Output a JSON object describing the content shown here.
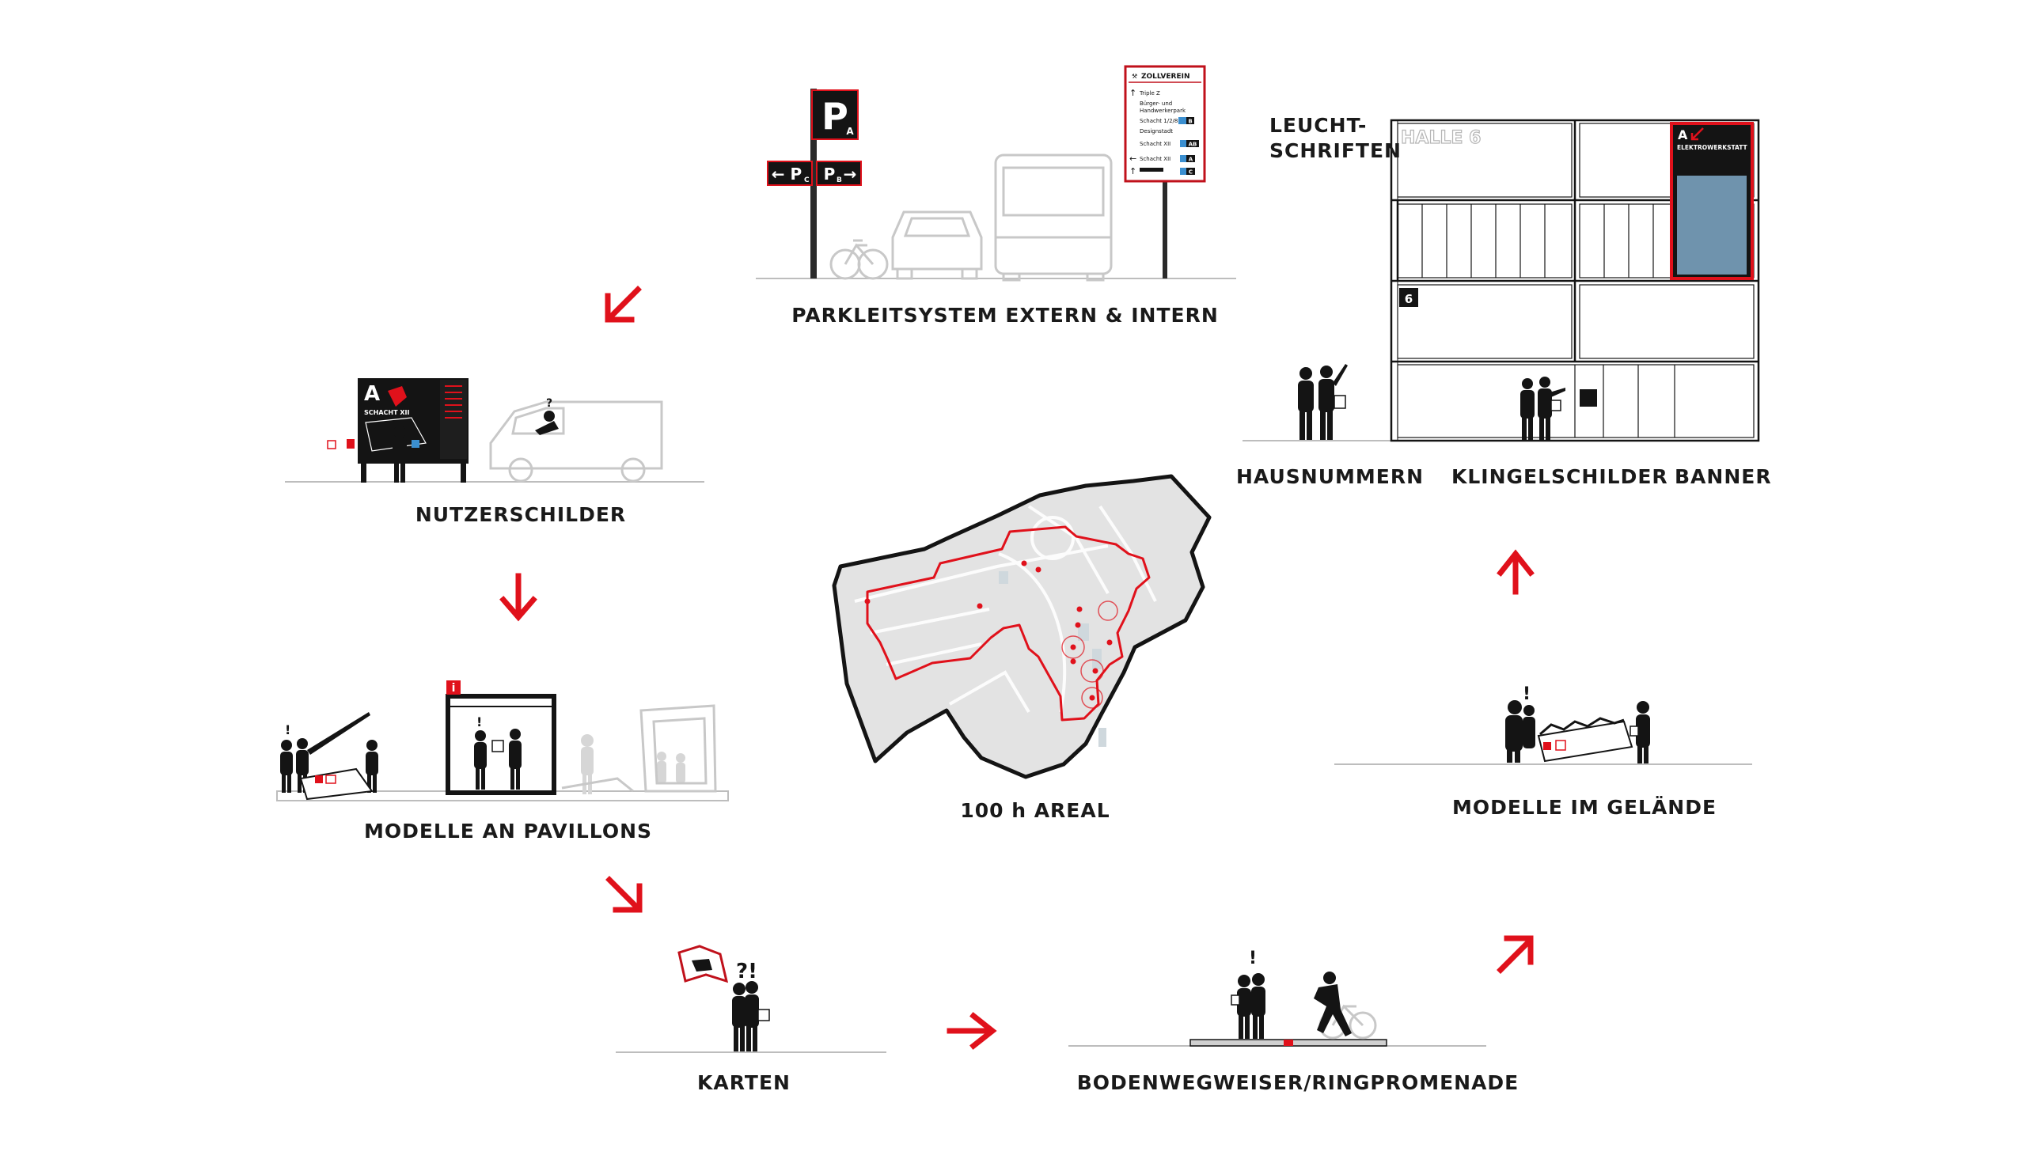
{
  "colors": {
    "accent": "#e0111b",
    "ink": "#141414",
    "ghost": "#c8c8c8",
    "map_fill": "#e3e3e3",
    "sign_blue": "#6f93ad"
  },
  "labels": {
    "parkleitsystem": "PARKLEITSYSTEM EXTERN & INTERN",
    "nutzerschilder": "NUTZERSCHILDER",
    "modelle_pavillons": "MODELLE AN PAVILLONS",
    "karten": "KARTEN",
    "bodenwegweiser": "BODENWEGWEISER/RINGPROMENADE",
    "areal": "100 h AREAL",
    "modelle_gelaende": "MODELLE IM GELÄNDE",
    "hausnummern": "HAUSNUMMERN",
    "klingelschilder": "KLINGELSCHILDER",
    "banner": "BANNER",
    "leucht_1": "LEUCHT-",
    "leucht_2": "SCHRIFTEN"
  },
  "parking": {
    "main": "P",
    "main_sub": "A",
    "left": "← P",
    "left_sub": "C",
    "right": "P",
    "right_sub": "B",
    "right_arrow": "→"
  },
  "zollverein_sign": {
    "title": "ZOLLVEREIN",
    "rows": [
      "Triple Z",
      "Bürger- und",
      "Handwerkerpark",
      "Schacht 1/2/8",
      "Designstadt",
      "Schacht XII",
      "Schacht XII"
    ],
    "badges": [
      "B",
      "AB",
      "A",
      "C"
    ]
  },
  "building": {
    "halle": "HALLE 6",
    "house_number": "6",
    "banner_letter": "A",
    "banner_text": "ELEKTROWERKSTATT"
  },
  "nutzer_sign": {
    "letter": "A",
    "text": "SCHACHT XII"
  },
  "marks": {
    "exclaim": "!",
    "question": "?",
    "question_exclaim": "?!",
    "info": "i"
  }
}
